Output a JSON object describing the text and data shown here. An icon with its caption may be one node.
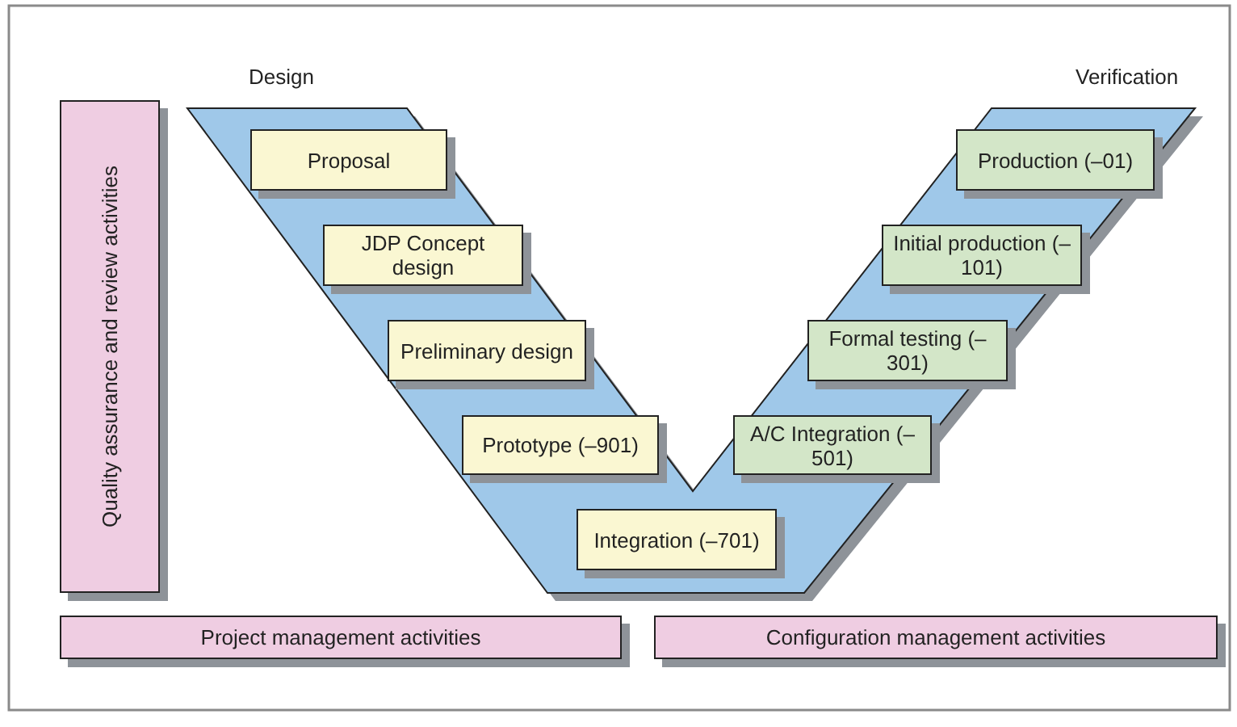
{
  "diagram": {
    "nodes": [
      {
        "text": [
          "Quality assurance and review activities"
        ]
      },
      {
        "text": [
          "Proposal"
        ]
      },
      {
        "text": [
          "JDP Concept design"
        ]
      },
      {
        "text": [
          "Preliminary design"
        ]
      },
      {
        "text": [
          "Prototype (–901)"
        ]
      },
      {
        "text": [
          "Integration (–701)"
        ]
      },
      {
        "text": [
          "A/C Integration (–501)"
        ]
      },
      {
        "text": [
          "Formal testing (–301)"
        ]
      },
      {
        "text": [
          "Initial production (–101)"
        ]
      },
      {
        "text": [
          "Production (–01)"
        ]
      },
      {
        "text": [
          "Project management activities"
        ]
      },
      {
        "text": [
          "Configuration management activities"
        ]
      }
    ],
    "labels": [
      "Design",
      "Verification"
    ]
  }
}
